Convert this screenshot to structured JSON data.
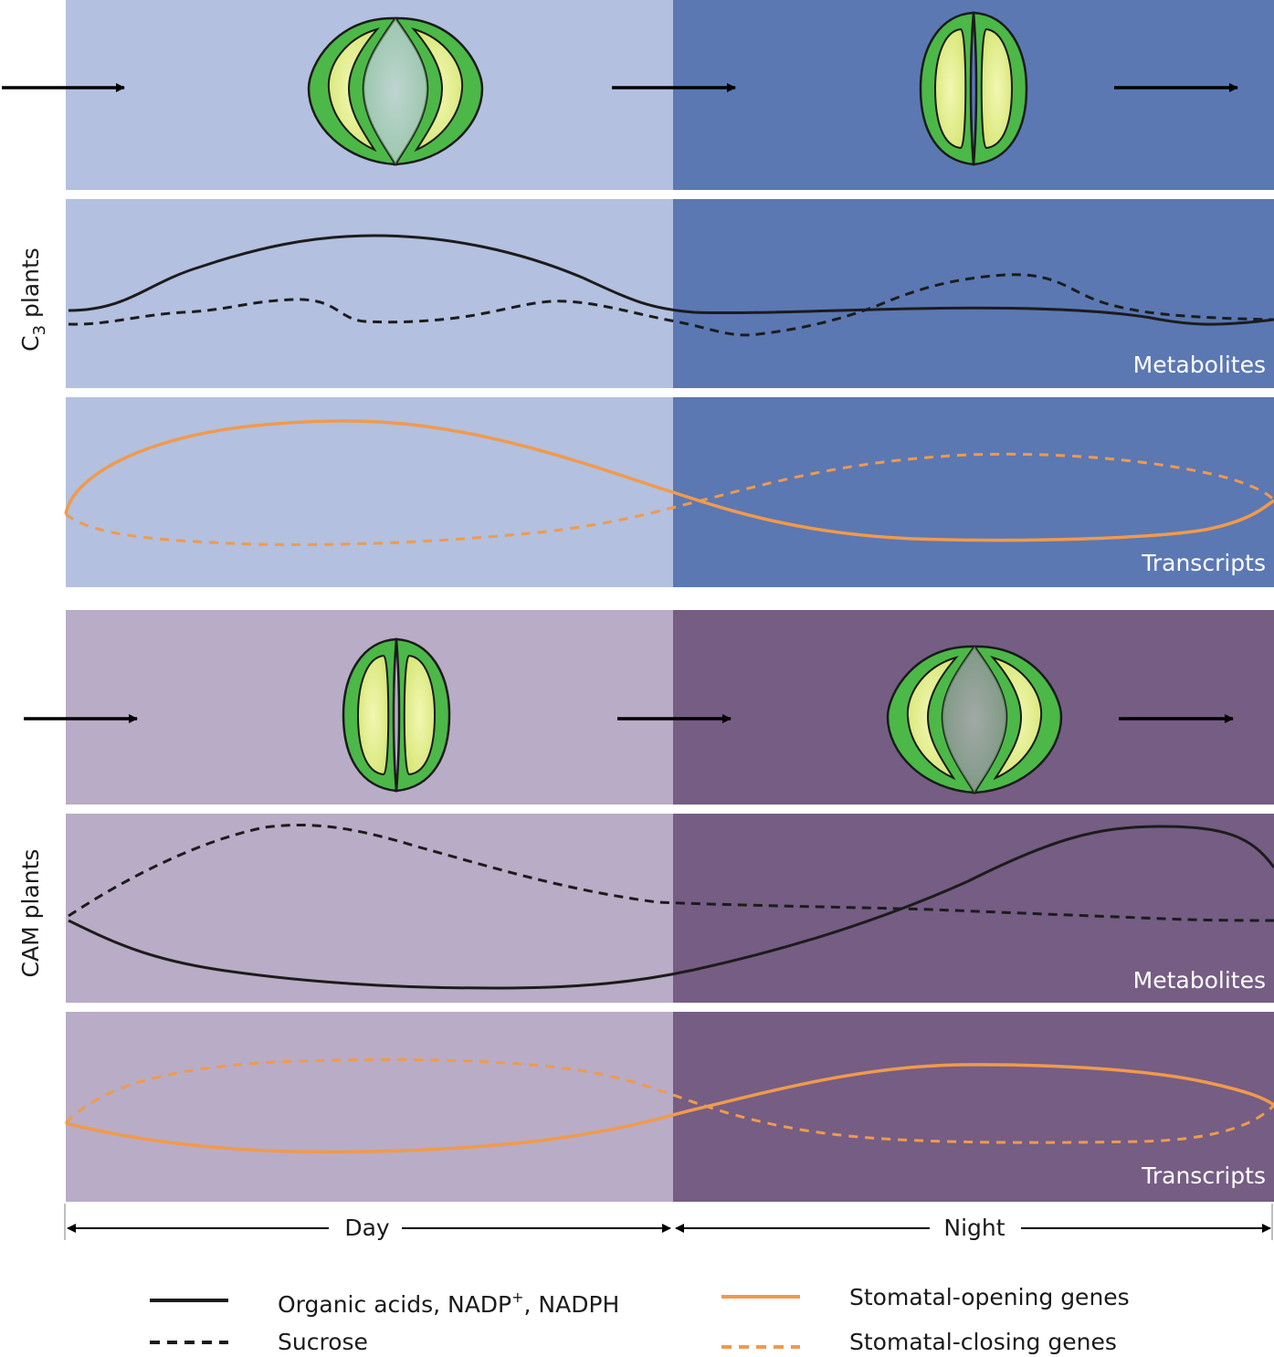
{
  "groups": {
    "c3": {
      "label_main": "C",
      "label_sub": "3",
      "label_rest": " plants"
    },
    "cam": {
      "label": "CAM plants"
    }
  },
  "panel_labels": {
    "metabolites": "Metabolites",
    "transcripts": "Transcripts"
  },
  "time_axis": {
    "day": "Day",
    "night": "Night"
  },
  "legend": {
    "organic_acids": "Organic acids, NADP",
    "organic_acids_sup": "+",
    "organic_acids_rest": ", NADPH",
    "sucrose": "Sucrose",
    "opening": "Stomatal-opening genes",
    "closing": "Stomatal-closing genes"
  },
  "colors": {
    "c3_day": "#b3c0df",
    "c3_night": "#5b78b3",
    "cam_day": "#b9acc6",
    "cam_night": "#755d84",
    "metabolite_line": "#1c1c1c",
    "transcript_line": "#f09a4c",
    "guard_outer": "#4cb848",
    "guard_inner": "#e8f294"
  },
  "stomata": {
    "c3_day": "open",
    "c3_night": "closed",
    "cam_day": "closed",
    "cam_night": "open"
  }
}
